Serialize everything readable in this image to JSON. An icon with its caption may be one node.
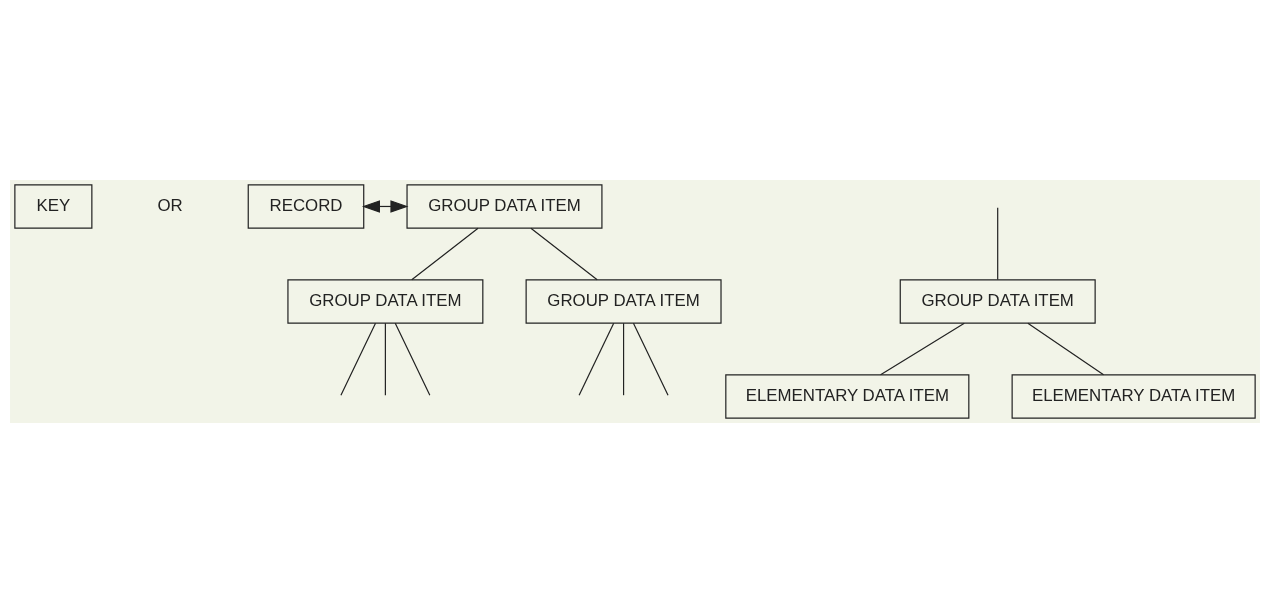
{
  "diagram": {
    "nodes": [
      {
        "text": [
          "KEY"
        ]
      },
      {
        "text": [
          "RECORD"
        ]
      },
      {
        "text": [
          "GROUP DATA ITEM"
        ]
      },
      {
        "text": [
          "GROUP DATA ITEM"
        ]
      },
      {
        "text": [
          "GROUP DATA ITEM"
        ]
      },
      {
        "text": [
          "GROUP DATA ITEM"
        ]
      },
      {
        "text": [
          "ELEMENTARY DATA ITEM"
        ]
      },
      {
        "text": [
          "ELEMENTARY DATA ITEM"
        ]
      }
    ],
    "edges": [
      {
        "from": 1,
        "to": 2,
        "arrow": "both"
      },
      {
        "from": 2,
        "to": 3,
        "arrow": "none"
      },
      {
        "from": 2,
        "to": 4,
        "arrow": "none"
      },
      {
        "from": 3,
        "to": null,
        "arrow": "none"
      },
      {
        "from": 3,
        "to": null,
        "arrow": "none"
      },
      {
        "from": 3,
        "to": null,
        "arrow": "none"
      },
      {
        "from": 4,
        "to": null,
        "arrow": "none"
      },
      {
        "from": 4,
        "to": null,
        "arrow": "none"
      },
      {
        "from": 4,
        "to": null,
        "arrow": "none"
      },
      {
        "from": null,
        "to": 5,
        "arrow": "none"
      },
      {
        "from": 5,
        "to": 6,
        "arrow": "none"
      },
      {
        "from": 5,
        "to": 7,
        "arrow": "none"
      }
    ],
    "labels": [
      "OR"
    ]
  }
}
